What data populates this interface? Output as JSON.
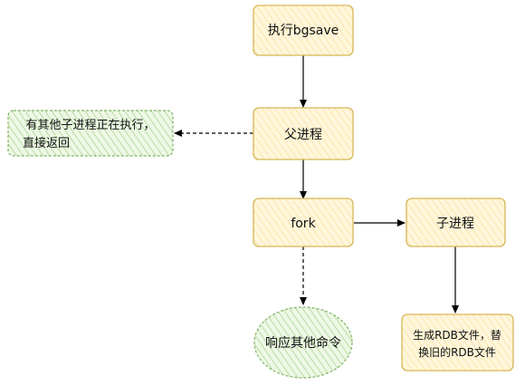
{
  "nodes": {
    "bgsave": {
      "label": "执行bgsave"
    },
    "parent": {
      "label": "父进程"
    },
    "other_child": {
      "line1": "有其他子进程正在执行，",
      "line2": "直接返回"
    },
    "fork": {
      "label": "fork"
    },
    "child": {
      "label": "子进程"
    },
    "respond": {
      "label": "响应其他命令"
    },
    "rdb": {
      "line1": "生成RDB文件，替",
      "line2": "换旧的RDB文件"
    }
  },
  "colors": {
    "yellow_fill": "#fff3cf",
    "yellow_stroke": "#d6b656",
    "green_fill": "#e9f5dd",
    "green_stroke": "#82b366",
    "arrow": "#000000"
  }
}
